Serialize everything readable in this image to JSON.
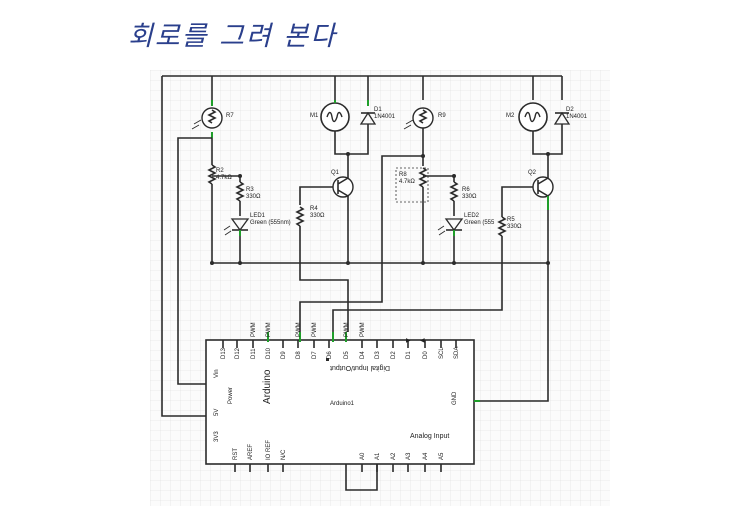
{
  "page": {
    "title": "회로를 그려 본다"
  },
  "schematic": {
    "components": {
      "R7": {
        "label": "R7"
      },
      "R2": {
        "label": "R2",
        "value": "4.7kΩ"
      },
      "R3": {
        "label": "R3",
        "value": "330Ω"
      },
      "LED1": {
        "label": "LED1",
        "value": "Green (555nm)"
      },
      "M1": {
        "label": "M1"
      },
      "D1": {
        "label": "D1",
        "value": "1N4001"
      },
      "R4": {
        "label": "R4",
        "value": "330Ω"
      },
      "Q1": {
        "label": "Q1"
      },
      "R9": {
        "label": "R9"
      },
      "R8": {
        "label": "R8",
        "value": "4.7kΩ"
      },
      "R6": {
        "label": "R6",
        "value": "330Ω"
      },
      "LED2": {
        "label": "LED2",
        "value": "Green (555"
      },
      "R5": {
        "label": "R5",
        "value": "330Ω"
      },
      "M2": {
        "label": "M2"
      },
      "D2": {
        "label": "D2",
        "value": "1N4001"
      },
      "Q2": {
        "label": "Q2"
      }
    },
    "arduino": {
      "name": "Arduino",
      "instance": "Arduino1",
      "digital_section": "Digital Input/Output",
      "analog_section": "Analog Input",
      "power_section": "Power",
      "pwm": "PWM",
      "digital_pins": [
        "D13",
        "D12",
        "D11",
        "D10",
        "D9",
        "D8",
        "D7",
        "D6",
        "D5",
        "D4",
        "D3",
        "D2",
        "D1",
        "D0",
        "SCL",
        "SDA"
      ],
      "left_pins": [
        "Vin",
        "5V",
        "3V3"
      ],
      "bottom_pins": [
        "RST",
        "AREF",
        "IO REF",
        "N/C"
      ],
      "analog_pins": [
        "A0",
        "A1",
        "A2",
        "A3",
        "A4",
        "A5"
      ],
      "gnd": "GND",
      "tx_arrow": "▶",
      "rx_arrow": "◀"
    }
  }
}
